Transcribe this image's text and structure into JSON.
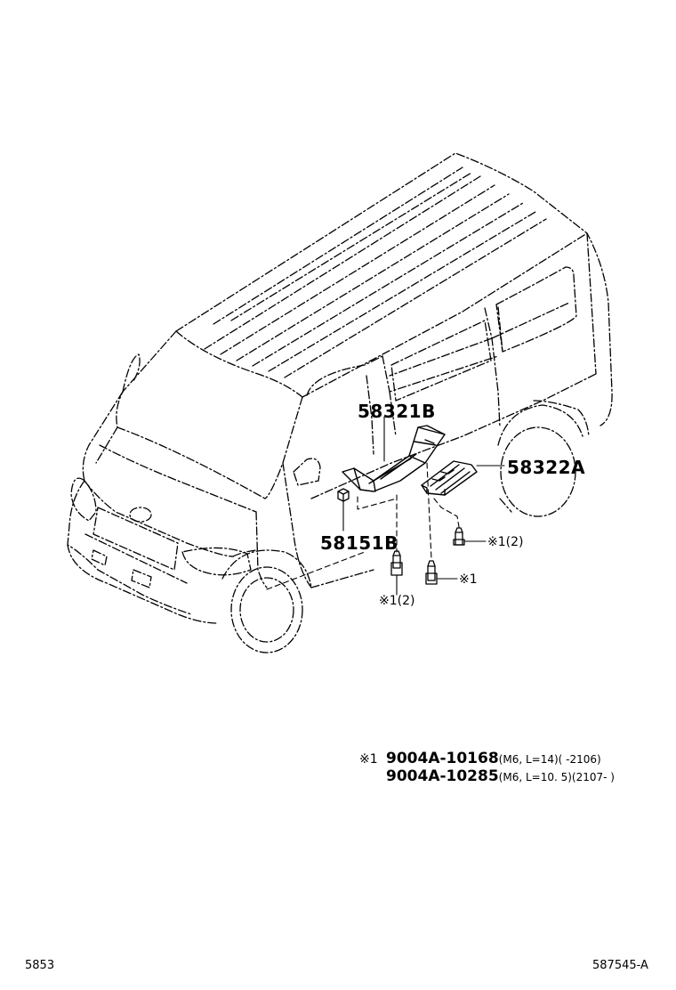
{
  "callouts": {
    "part_58321B": "58321B",
    "part_58322A": "58322A",
    "part_58151B": "58151B",
    "ref_bolt_upper": "※1(2)",
    "ref_bolt_lower": "※1",
    "ref_bolt_left": "※1(2)"
  },
  "legend": {
    "symbol": "※1",
    "rows": [
      {
        "part_number": "9004A-10168",
        "spec": "(M6, L=14)(     -2106)"
      },
      {
        "part_number": "9004A-10285",
        "spec": "(M6, L=10. 5)(2107-     )"
      }
    ]
  },
  "footer": {
    "page_code": "5853",
    "diagram_code": "587545-A"
  }
}
